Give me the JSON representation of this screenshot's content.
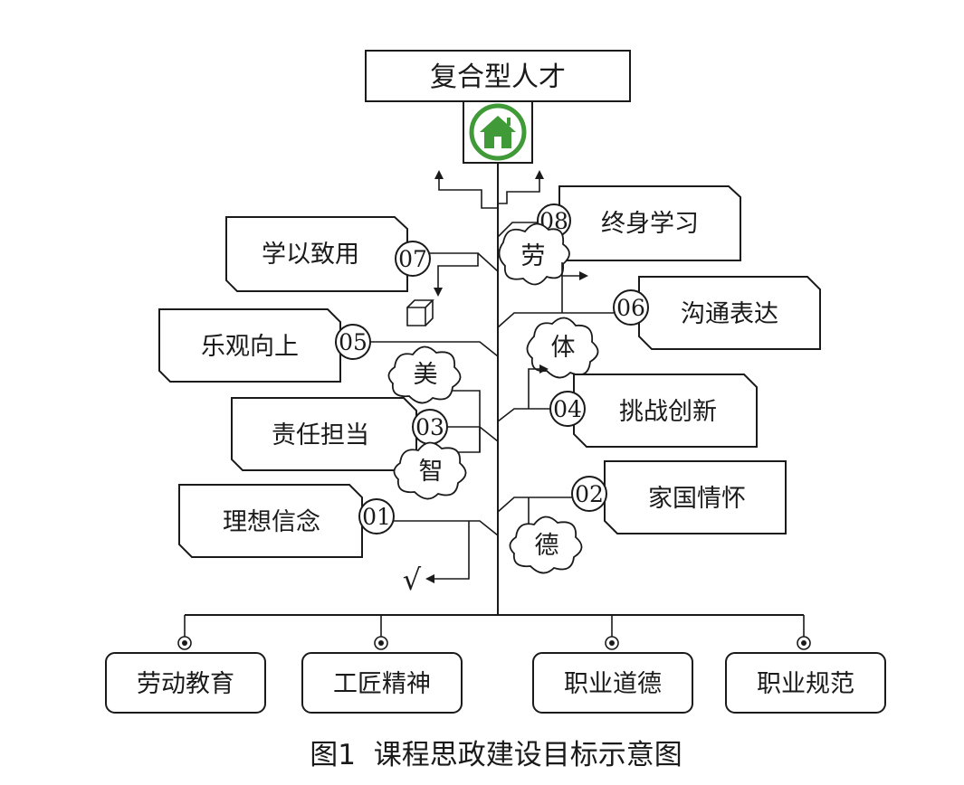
{
  "diagram": {
    "top_goal": "复合型人才",
    "home_icon_color": "#3f9a37",
    "branches": [
      {
        "num": "01",
        "label": "理想信念",
        "side": "left"
      },
      {
        "num": "02",
        "label": "家国情怀",
        "side": "right"
      },
      {
        "num": "03",
        "label": "责任担当",
        "side": "left"
      },
      {
        "num": "04",
        "label": "挑战创新",
        "side": "right"
      },
      {
        "num": "05",
        "label": "乐观向上",
        "side": "left"
      },
      {
        "num": "06",
        "label": "沟通表达",
        "side": "right"
      },
      {
        "num": "07",
        "label": "学以致用",
        "side": "left"
      },
      {
        "num": "08",
        "label": "终身学习",
        "side": "right"
      }
    ],
    "clouds": [
      "劳",
      "体",
      "美",
      "智",
      "德"
    ],
    "check_mark": "√",
    "roots": [
      "劳动教育",
      "工匠精神",
      "职业道德",
      "职业规范"
    ],
    "caption": "图1  课程思政建设目标示意图"
  }
}
